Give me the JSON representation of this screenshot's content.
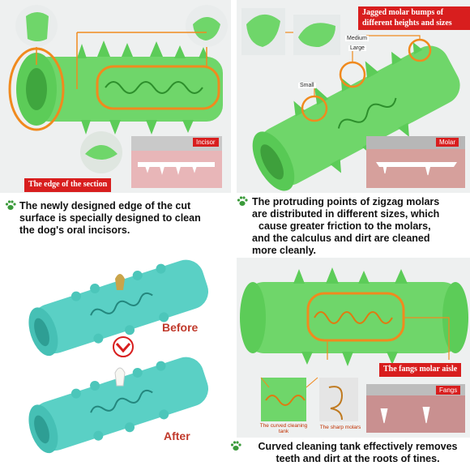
{
  "colors": {
    "green": "#6fd66a",
    "green_dark": "#48b347",
    "teal": "#5ad0c5",
    "teal_dark": "#33a89c",
    "orange": "#f08a1e",
    "red": "#d81e1e"
  },
  "panels": {
    "top_left": {
      "label": "The edge of the section",
      "photo_label": "Incisor",
      "caption": [
        "The newly designed edge of the cut",
        "surface is specially designed to clean",
        "the dog's oral incisors."
      ]
    },
    "top_right": {
      "label": [
        "Jagged molar bumps of",
        "different heights and sizes"
      ],
      "size_labels": {
        "medium": "Medium",
        "large": "Large",
        "small": "Small"
      },
      "photo_label": "Molar",
      "caption": [
        "The protruding points of zigzag molars",
        "are distributed in different sizes, which",
        "cause greater friction to the molars,",
        "and the calculus and dirt are cleaned",
        "more cleanly."
      ]
    },
    "bottom_left": {
      "before": "Before",
      "after": "After"
    },
    "bottom_right": {
      "label": "The fangs molar aisle",
      "photo_label": "Fangs",
      "sub_labels": [
        "The curved cleaning tank",
        "The sharp molars"
      ],
      "caption": [
        "Curved cleaning tank effectively removes",
        "teeth and dirt at the roots of tines."
      ]
    }
  },
  "icons": [
    "paw-icon",
    "down-arrow-icon"
  ]
}
